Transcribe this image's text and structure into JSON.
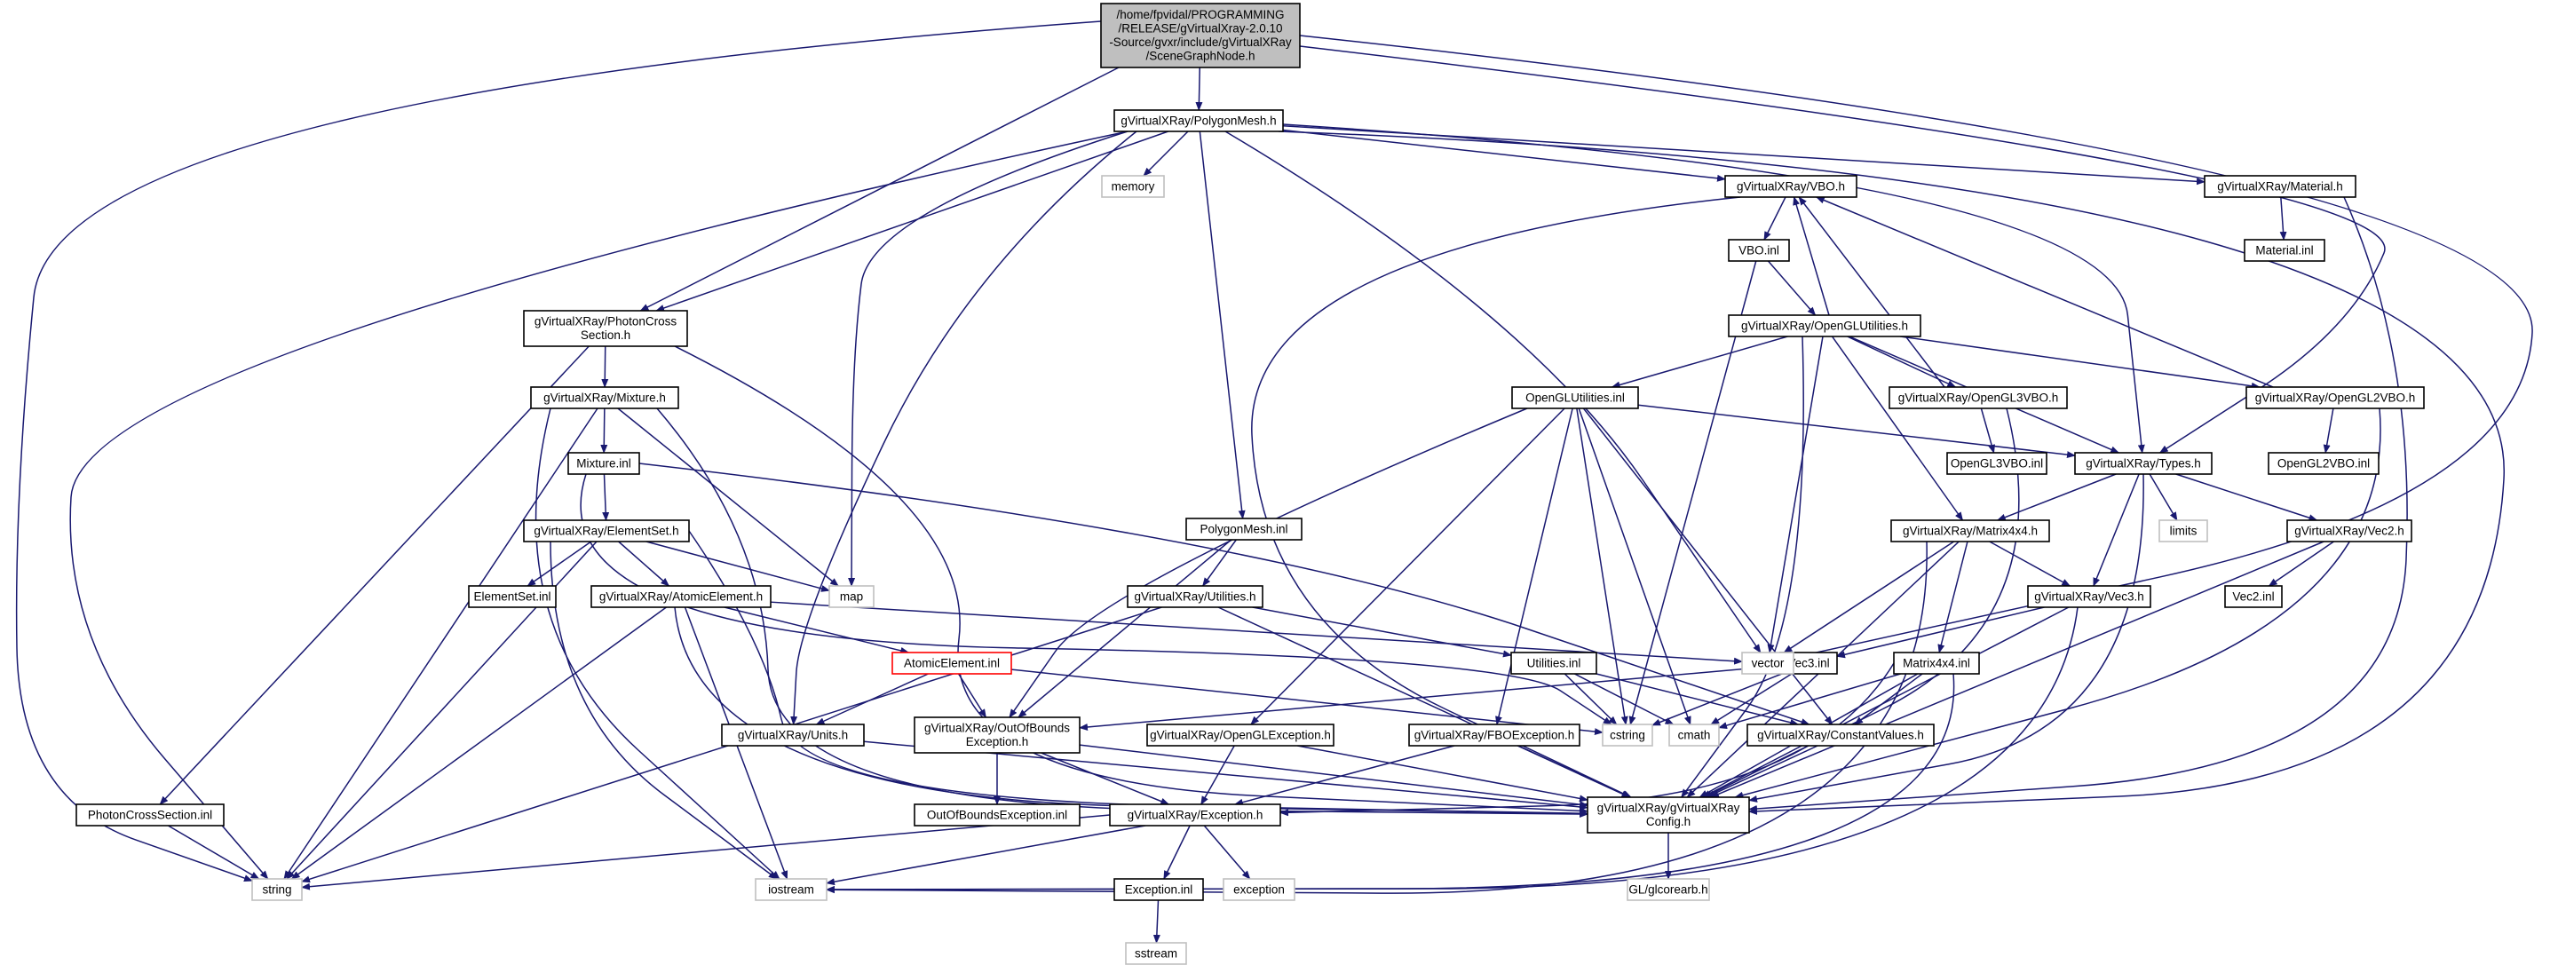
{
  "colors": {
    "edge": "#191970",
    "box_border": "#000000",
    "root_fill": "#bfbfbf",
    "system_border": "#bfbfbf",
    "red_border": "#ff0000",
    "label_text": "#000000",
    "system_text": "#000000"
  },
  "nodes": [
    {
      "id": "root",
      "lines": [
        "/home/fpvidal/PROGRAMMING",
        "/RELEASE/gVirtualXray-2.0.10",
        "-Source/gvxr/include/gVirtualXRay",
        "/SceneGraphNode.h"
      ],
      "style": "root"
    },
    {
      "id": "polygonmesh_h",
      "lines": [
        "gVirtualXRay/PolygonMesh.h"
      ],
      "style": "normal"
    },
    {
      "id": "memory",
      "lines": [
        "memory"
      ],
      "style": "system"
    },
    {
      "id": "vbo_h",
      "lines": [
        "gVirtualXRay/VBO.h"
      ],
      "style": "normal"
    },
    {
      "id": "material_h",
      "lines": [
        "gVirtualXRay/Material.h"
      ],
      "style": "normal"
    },
    {
      "id": "material_inl",
      "lines": [
        "Material.inl"
      ],
      "style": "normal"
    },
    {
      "id": "vbo_inl",
      "lines": [
        "VBO.inl"
      ],
      "style": "normal"
    },
    {
      "id": "oglutil_h",
      "lines": [
        "gVirtualXRay/OpenGLUtilities.h"
      ],
      "style": "normal"
    },
    {
      "id": "photon_h",
      "lines": [
        "gVirtualXRay/PhotonCross",
        "Section.h"
      ],
      "style": "normal"
    },
    {
      "id": "mixture_h",
      "lines": [
        "gVirtualXRay/Mixture.h"
      ],
      "style": "normal"
    },
    {
      "id": "mixture_inl",
      "lines": [
        "Mixture.inl"
      ],
      "style": "normal"
    },
    {
      "id": "elementset_h",
      "lines": [
        "gVirtualXRay/ElementSet.h"
      ],
      "style": "normal"
    },
    {
      "id": "elementset_inl",
      "lines": [
        "ElementSet.inl"
      ],
      "style": "normal"
    },
    {
      "id": "atomic_h",
      "lines": [
        "gVirtualXRay/AtomicElement.h"
      ],
      "style": "normal"
    },
    {
      "id": "atomic_inl",
      "lines": [
        "AtomicElement.inl"
      ],
      "style": "red"
    },
    {
      "id": "map",
      "lines": [
        "map"
      ],
      "style": "system"
    },
    {
      "id": "photon_inl",
      "lines": [
        "PhotonCrossSection.inl"
      ],
      "style": "normal"
    },
    {
      "id": "string",
      "lines": [
        "string"
      ],
      "style": "system"
    },
    {
      "id": "iostream",
      "lines": [
        "iostream"
      ],
      "style": "system"
    },
    {
      "id": "units_h",
      "lines": [
        "gVirtualXRay/Units.h"
      ],
      "style": "normal"
    },
    {
      "id": "pm_inl",
      "lines": [
        "PolygonMesh.inl"
      ],
      "style": "normal"
    },
    {
      "id": "utilities_h",
      "lines": [
        "gVirtualXRay/Utilities.h"
      ],
      "style": "normal"
    },
    {
      "id": "utilities_inl",
      "lines": [
        "Utilities.inl"
      ],
      "style": "normal"
    },
    {
      "id": "oob_h",
      "lines": [
        "gVirtualXRay/OutOfBounds",
        "Exception.h"
      ],
      "style": "normal"
    },
    {
      "id": "oob_inl",
      "lines": [
        "OutOfBoundsException.inl"
      ],
      "style": "normal"
    },
    {
      "id": "exception_h",
      "lines": [
        "gVirtualXRay/Exception.h"
      ],
      "style": "normal"
    },
    {
      "id": "exception_inl",
      "lines": [
        "Exception.inl"
      ],
      "style": "normal"
    },
    {
      "id": "exception",
      "lines": [
        "exception"
      ],
      "style": "system"
    },
    {
      "id": "sstream",
      "lines": [
        "sstream"
      ],
      "style": "system"
    },
    {
      "id": "oglexc_h",
      "lines": [
        "gVirtualXRay/OpenGLException.h"
      ],
      "style": "normal"
    },
    {
      "id": "fboexc_h",
      "lines": [
        "gVirtualXRay/FBOException.h"
      ],
      "style": "normal"
    },
    {
      "id": "oglutil_inl",
      "lines": [
        "OpenGLUtilities.inl"
      ],
      "style": "normal"
    },
    {
      "id": "ogl3vbo_h",
      "lines": [
        "gVirtualXRay/OpenGL3VBO.h"
      ],
      "style": "normal"
    },
    {
      "id": "ogl3vbo_inl",
      "lines": [
        "OpenGL3VBO.inl"
      ],
      "style": "normal"
    },
    {
      "id": "ogl2vbo_h",
      "lines": [
        "gVirtualXRay/OpenGL2VBO.h"
      ],
      "style": "normal"
    },
    {
      "id": "ogl2vbo_inl",
      "lines": [
        "OpenGL2VBO.inl"
      ],
      "style": "normal"
    },
    {
      "id": "types_h",
      "lines": [
        "gVirtualXRay/Types.h"
      ],
      "style": "normal"
    },
    {
      "id": "limits",
      "lines": [
        "limits"
      ],
      "style": "system"
    },
    {
      "id": "matrix_h",
      "lines": [
        "gVirtualXRay/Matrix4x4.h"
      ],
      "style": "normal"
    },
    {
      "id": "matrix_inl",
      "lines": [
        "Matrix4x4.inl"
      ],
      "style": "normal"
    },
    {
      "id": "vec3_h",
      "lines": [
        "gVirtualXRay/Vec3.h"
      ],
      "style": "normal"
    },
    {
      "id": "vec3_inl",
      "lines": [
        "Vec3.inl"
      ],
      "style": "normal"
    },
    {
      "id": "vec2_h",
      "lines": [
        "gVirtualXRay/Vec2.h"
      ],
      "style": "normal"
    },
    {
      "id": "vec2_inl",
      "lines": [
        "Vec2.inl"
      ],
      "style": "normal"
    },
    {
      "id": "vector",
      "lines": [
        "vector"
      ],
      "style": "system"
    },
    {
      "id": "cstring",
      "lines": [
        "cstring"
      ],
      "style": "system"
    },
    {
      "id": "cmath",
      "lines": [
        "cmath"
      ],
      "style": "system"
    },
    {
      "id": "const_h",
      "lines": [
        "gVirtualXRay/ConstantValues.h"
      ],
      "style": "normal"
    },
    {
      "id": "config_h",
      "lines": [
        "gVirtualXRay/gVirtualXRay",
        "Config.h"
      ],
      "style": "normal"
    },
    {
      "id": "glcorearb",
      "lines": [
        "GL/glcorearb.h"
      ],
      "style": "system"
    }
  ],
  "edges": [
    [
      "root",
      "polygonmesh_h"
    ],
    [
      "root",
      "photon_h"
    ],
    [
      "root",
      "string"
    ],
    [
      "root",
      "types_h"
    ],
    [
      "root",
      "vector"
    ],
    [
      "polygonmesh_h",
      "memory"
    ],
    [
      "polygonmesh_h",
      "vbo_h"
    ],
    [
      "polygonmesh_h",
      "material_h"
    ],
    [
      "polygonmesh_h",
      "photon_h"
    ],
    [
      "polygonmesh_h",
      "pm_inl"
    ],
    [
      "polygonmesh_h",
      "map"
    ],
    [
      "polygonmesh_h",
      "units_h"
    ],
    [
      "polygonmesh_h",
      "string"
    ],
    [
      "polygonmesh_h",
      "vector"
    ],
    [
      "polygonmesh_h",
      "types_h"
    ],
    [
      "polygonmesh_h",
      "config_h"
    ],
    [
      "material_h",
      "material_inl"
    ],
    [
      "material_h",
      "config_h"
    ],
    [
      "vbo_h",
      "vbo_inl"
    ],
    [
      "vbo_h",
      "config_h"
    ],
    [
      "vbo_inl",
      "oglutil_h"
    ],
    [
      "vbo_inl",
      "cstring"
    ],
    [
      "oglutil_h",
      "vbo_h"
    ],
    [
      "oglutil_h",
      "oglutil_inl"
    ],
    [
      "oglutil_h",
      "ogl3vbo_h"
    ],
    [
      "oglutil_h",
      "ogl2vbo_h"
    ],
    [
      "oglutil_h",
      "types_h"
    ],
    [
      "oglutil_h",
      "matrix_h"
    ],
    [
      "oglutil_h",
      "vector"
    ],
    [
      "oglutil_h",
      "config_h"
    ],
    [
      "ogl3vbo_h",
      "vbo_h"
    ],
    [
      "ogl3vbo_h",
      "ogl3vbo_inl"
    ],
    [
      "ogl3vbo_h",
      "config_h"
    ],
    [
      "ogl2vbo_h",
      "vbo_h"
    ],
    [
      "ogl2vbo_h",
      "ogl2vbo_inl"
    ],
    [
      "ogl2vbo_h",
      "config_h"
    ],
    [
      "oglutil_inl",
      "types_h"
    ],
    [
      "oglutil_inl",
      "oob_h"
    ],
    [
      "oglutil_inl",
      "oglexc_h"
    ],
    [
      "oglutil_inl",
      "fboexc_h"
    ],
    [
      "oglutil_inl",
      "cstring"
    ],
    [
      "oglutil_inl",
      "cmath"
    ],
    [
      "oglutil_inl",
      "const_h"
    ],
    [
      "types_h",
      "limits"
    ],
    [
      "types_h",
      "matrix_h"
    ],
    [
      "types_h",
      "vec3_h"
    ],
    [
      "types_h",
      "vec2_h"
    ],
    [
      "types_h",
      "config_h"
    ],
    [
      "matrix_h",
      "matrix_inl"
    ],
    [
      "matrix_h",
      "vec3_h"
    ],
    [
      "matrix_h",
      "vector"
    ],
    [
      "matrix_h",
      "iostream"
    ],
    [
      "matrix_h",
      "config_h"
    ],
    [
      "matrix_inl",
      "cmath"
    ],
    [
      "matrix_inl",
      "const_h"
    ],
    [
      "matrix_inl",
      "exception_h"
    ],
    [
      "matrix_inl",
      "iostream"
    ],
    [
      "matrix_inl",
      "config_h"
    ],
    [
      "vec3_h",
      "vec3_inl"
    ],
    [
      "vec3_h",
      "iostream"
    ],
    [
      "vec3_h",
      "config_h"
    ],
    [
      "vec3_inl",
      "oob_h"
    ],
    [
      "vec3_inl",
      "cmath"
    ],
    [
      "vec3_inl",
      "cstring"
    ],
    [
      "vec2_h",
      "vec2_inl"
    ],
    [
      "vec2_h",
      "config_h"
    ],
    [
      "photon_h",
      "mixture_h"
    ],
    [
      "photon_h",
      "photon_inl"
    ],
    [
      "photon_h",
      "config_h"
    ],
    [
      "photon_inl",
      "string"
    ],
    [
      "mixture_h",
      "mixture_inl"
    ],
    [
      "mixture_h",
      "map"
    ],
    [
      "mixture_h",
      "string"
    ],
    [
      "mixture_h",
      "iostream"
    ],
    [
      "mixture_h",
      "config_h"
    ],
    [
      "mixture_inl",
      "elementset_h"
    ],
    [
      "mixture_inl",
      "const_h"
    ],
    [
      "mixture_inl",
      "cstring"
    ],
    [
      "elementset_h",
      "elementset_inl"
    ],
    [
      "elementset_h",
      "atomic_h"
    ],
    [
      "elementset_h",
      "map"
    ],
    [
      "elementset_h",
      "string"
    ],
    [
      "elementset_h",
      "iostream"
    ],
    [
      "elementset_h",
      "config_h"
    ],
    [
      "atomic_h",
      "atomic_inl"
    ],
    [
      "atomic_h",
      "string"
    ],
    [
      "atomic_h",
      "iostream"
    ],
    [
      "atomic_h",
      "vector"
    ],
    [
      "atomic_h",
      "config_h"
    ],
    [
      "atomic_inl",
      "units_h"
    ],
    [
      "atomic_inl",
      "oob_h"
    ],
    [
      "atomic_inl",
      "cstring"
    ],
    [
      "units_h",
      "config_h"
    ],
    [
      "pm_inl",
      "utilities_h"
    ],
    [
      "pm_inl",
      "oob_h"
    ],
    [
      "utilities_h",
      "utilities_inl"
    ],
    [
      "utilities_h",
      "string"
    ],
    [
      "utilities_h",
      "config_h"
    ],
    [
      "utilities_inl",
      "cstring"
    ],
    [
      "utilities_inl",
      "cmath"
    ],
    [
      "utilities_inl",
      "const_h"
    ],
    [
      "oob_h",
      "exception_h"
    ],
    [
      "oob_h",
      "oob_inl"
    ],
    [
      "oob_h",
      "config_h"
    ],
    [
      "exception_h",
      "exception_inl"
    ],
    [
      "exception_h",
      "exception"
    ],
    [
      "exception_h",
      "string"
    ],
    [
      "exception_h",
      "iostream"
    ],
    [
      "exception_inl",
      "sstream"
    ],
    [
      "oglexc_h",
      "exception_h"
    ],
    [
      "oglexc_h",
      "config_h"
    ],
    [
      "fboexc_h",
      "exception_h"
    ],
    [
      "fboexc_h",
      "config_h"
    ],
    [
      "const_h",
      "config_h"
    ],
    [
      "config_h",
      "glcorearb"
    ]
  ]
}
